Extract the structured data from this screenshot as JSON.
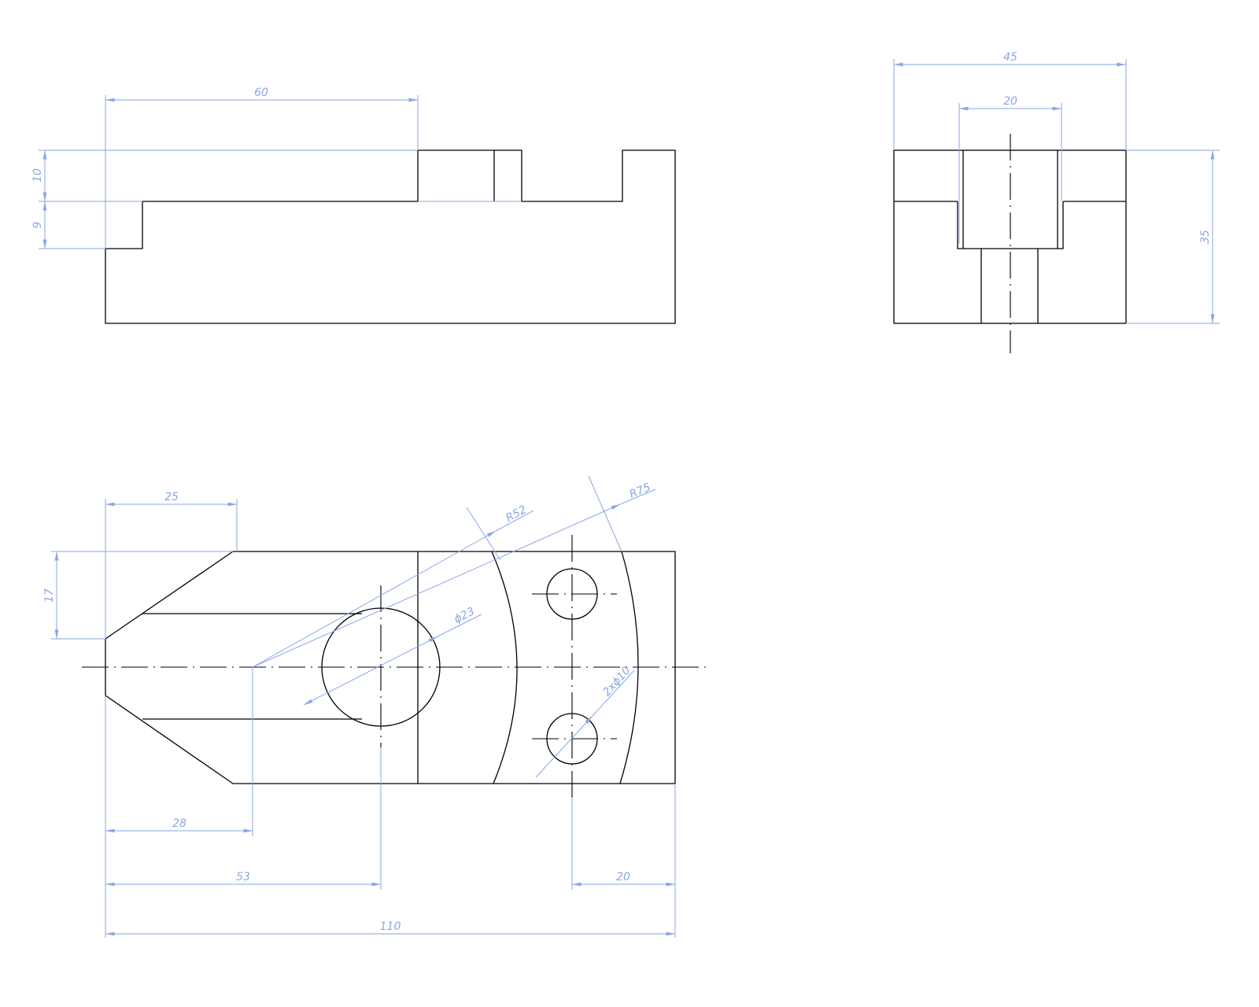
{
  "colors": {
    "object_line": "#000000",
    "dimension": "#8aa6e6",
    "background": "#ffffff"
  },
  "front_view": {
    "dimensions": {
      "length_top": "60",
      "step_top": "10",
      "step_lower": "9"
    }
  },
  "side_view": {
    "dimensions": {
      "width": "45",
      "slot_width": "20",
      "height": "35"
    }
  },
  "top_view": {
    "dimensions": {
      "chamfer_length": "25",
      "chamfer_height": "17",
      "radius_inner": "R52",
      "radius_outer": "R75",
      "hole_diameter": "ϕ23",
      "small_holes": "2xϕ10",
      "arc_center_offset": "28",
      "hole_position": "53",
      "small_hole_offset": "20",
      "overall_length": "110"
    }
  }
}
